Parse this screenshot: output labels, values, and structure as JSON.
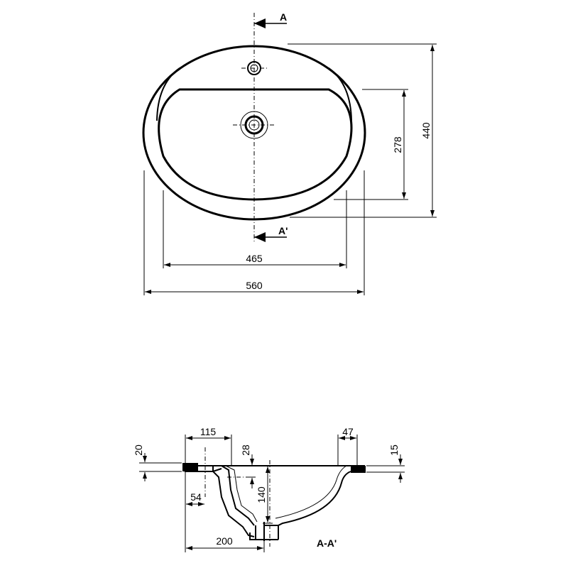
{
  "plan_view": {
    "section_mark_top": "A",
    "section_mark_bottom": "A'",
    "dim_inner_width": "465",
    "dim_outer_width": "560",
    "dim_inner_depth": "278",
    "dim_outer_depth": "440"
  },
  "section_view": {
    "title": "A-A'",
    "dim_115": "115",
    "dim_47": "47",
    "dim_20": "20",
    "dim_28": "28",
    "dim_15": "15",
    "dim_140": "140",
    "dim_54": "54",
    "dim_200": "200"
  }
}
